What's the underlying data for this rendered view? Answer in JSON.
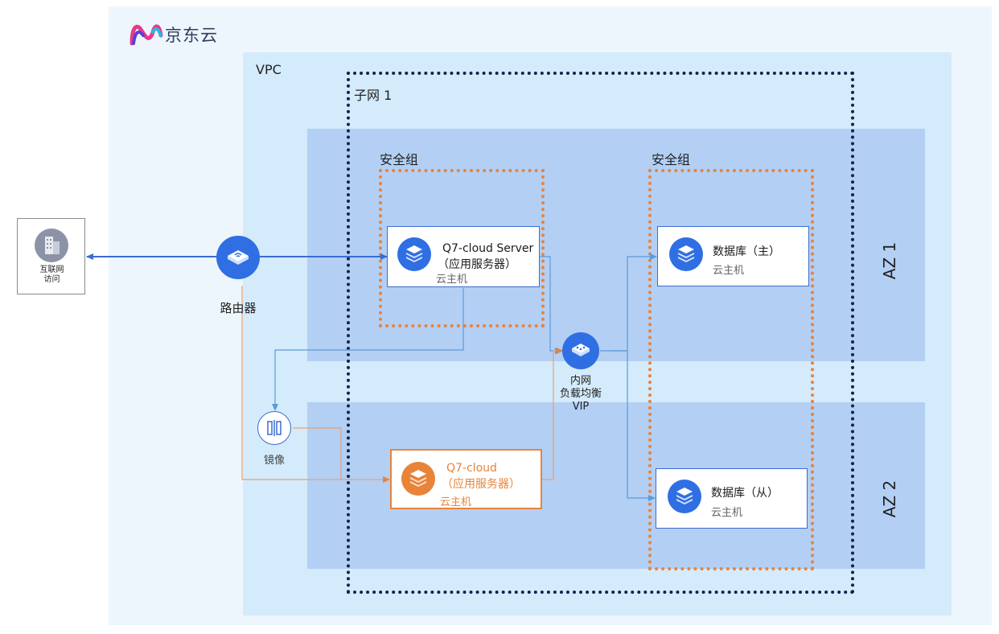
{
  "logo": {
    "text": "京东云"
  },
  "internet": {
    "label_line1": "互联网",
    "label_line2": "访问"
  },
  "router": {
    "label": "路由器"
  },
  "mirror": {
    "label": "镜像"
  },
  "vpc": {
    "label": "VPC"
  },
  "subnet": {
    "label": "子网 1"
  },
  "security_groups": [
    {
      "label": "安全组"
    },
    {
      "label": "安全组"
    }
  ],
  "zones": [
    {
      "label": "AZ 1"
    },
    {
      "label": "AZ 2"
    }
  ],
  "app_server_1": {
    "title_line1": "Q7-cloud Server",
    "title_line2": "（应用服务器）",
    "sub": "云主机"
  },
  "app_server_2": {
    "title_line1": "Q7-cloud",
    "title_line2": "（应用服务器）",
    "sub": "云主机"
  },
  "db_master": {
    "title": "数据库（主）",
    "sub": "云主机"
  },
  "db_slave": {
    "title": "数据库（从）",
    "sub": "云主机"
  },
  "lb": {
    "line1": "内网",
    "line2": "负载均衡",
    "line3": "VIP"
  },
  "colors": {
    "blue": "#2f6fe3",
    "orange": "#e8833a",
    "az_fill": "#b3cff4",
    "vpc_fill": "#d4ebfb"
  }
}
